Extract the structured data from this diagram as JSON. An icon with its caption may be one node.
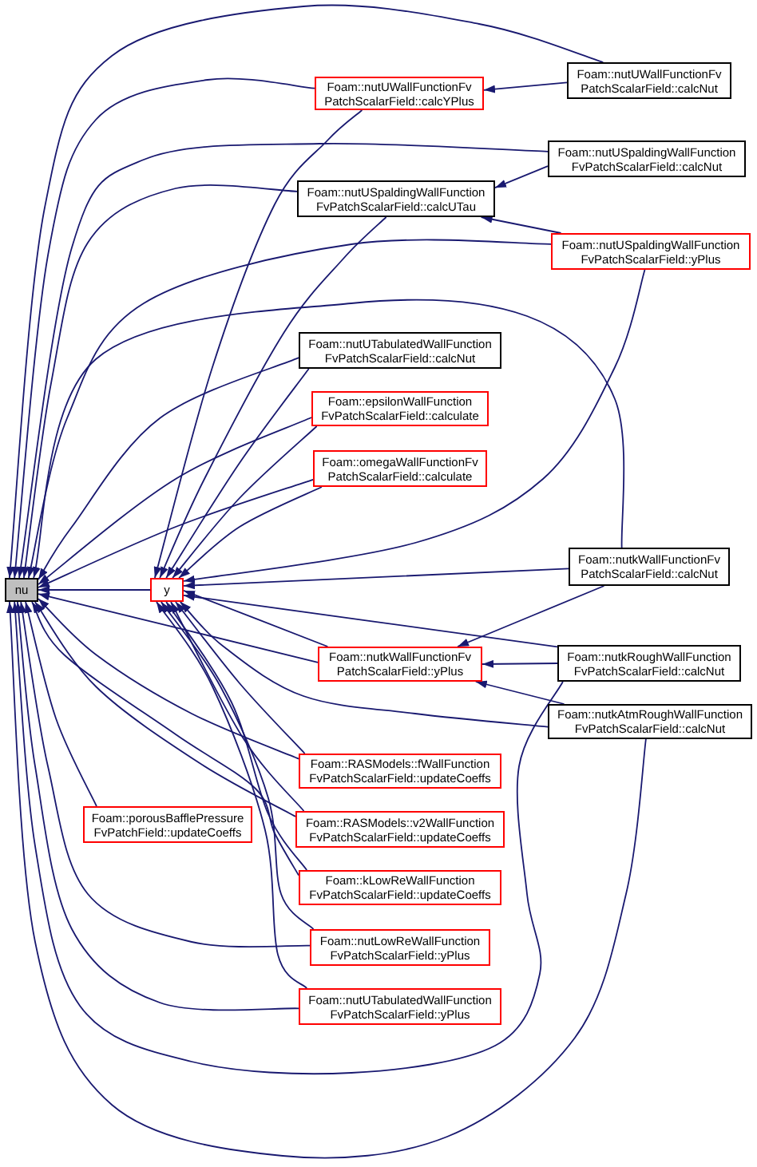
{
  "diagram": {
    "nodes": [
      {
        "text": [
          "nu"
        ]
      },
      {
        "text": [
          "y"
        ]
      },
      {
        "text": [
          "Foam::nutUWallFunctionFv PatchScalarField::calcYPlus"
        ]
      },
      {
        "text": [
          "Foam::nutUWallFunctionFv PatchScalarField::calcNut"
        ]
      },
      {
        "text": [
          "Foam::nutUSpaldingWallFunction FvPatchScalarField::calcNut"
        ]
      },
      {
        "text": [
          "Foam::nutUSpaldingWallFunction FvPatchScalarField::calcUTau"
        ]
      },
      {
        "text": [
          "Foam::nutUSpaldingWallFunction FvPatchScalarField::yPlus"
        ]
      },
      {
        "text": [
          "Foam::nutUTabulatedWallFunction FvPatchScalarField::calcNut"
        ]
      },
      {
        "text": [
          "Foam::epsilonWallFunction FvPatchScalarField::calculate"
        ]
      },
      {
        "text": [
          "Foam::omegaWallFunctionFv PatchScalarField::calculate"
        ]
      },
      {
        "text": [
          "Foam::nutkWallFunctionFv PatchScalarField::calcNut"
        ]
      },
      {
        "text": [
          "Foam::nutkWallFunctionFv PatchScalarField::yPlus"
        ]
      },
      {
        "text": [
          "Foam::nutkRoughWallFunction FvPatchScalarField::calcNut"
        ]
      },
      {
        "text": [
          "Foam::nutkAtmRoughWallFunction FvPatchScalarField::calcNut"
        ]
      },
      {
        "text": [
          "Foam::RASModels::fWallFunction FvPatchScalarField::updateCoeffs"
        ]
      },
      {
        "text": [
          "Foam::porousBafflePressure FvPatchField::updateCoeffs"
        ]
      },
      {
        "text": [
          "Foam::RASModels::v2WallFunction FvPatchScalarField::updateCoeffs"
        ]
      },
      {
        "text": [
          "Foam::kLowReWallFunction FvPatchScalarField::updateCoeffs"
        ]
      },
      {
        "text": [
          "Foam::nutLowReWallFunction FvPatchScalarField::yPlus"
        ]
      },
      {
        "text": [
          "Foam::nutUTabulatedWallFunction FvPatchScalarField::yPlus"
        ]
      }
    ],
    "edges": [
      {
        "from": 1,
        "to": 0,
        "arrow": "to"
      },
      {
        "from": 2,
        "to": 0,
        "arrow": "to"
      },
      {
        "from": 3,
        "to": 0,
        "arrow": "to"
      },
      {
        "from": 3,
        "to": 2,
        "arrow": "to"
      },
      {
        "from": 4,
        "to": 0,
        "arrow": "to"
      },
      {
        "from": 4,
        "to": 5,
        "arrow": "to"
      },
      {
        "from": 5,
        "to": 0,
        "arrow": "to"
      },
      {
        "from": 5,
        "to": 1,
        "arrow": "to"
      },
      {
        "from": 2,
        "to": 1,
        "arrow": "to"
      },
      {
        "from": 6,
        "to": 0,
        "arrow": "to"
      },
      {
        "from": 6,
        "to": 5,
        "arrow": "to"
      },
      {
        "from": 6,
        "to": 1,
        "arrow": "to"
      },
      {
        "from": 7,
        "to": 0,
        "arrow": "to"
      },
      {
        "from": 7,
        "to": 1,
        "arrow": "to"
      },
      {
        "from": 8,
        "to": 0,
        "arrow": "to"
      },
      {
        "from": 8,
        "to": 1,
        "arrow": "to"
      },
      {
        "from": 9,
        "to": 0,
        "arrow": "to"
      },
      {
        "from": 9,
        "to": 1,
        "arrow": "to"
      },
      {
        "from": 10,
        "to": 0,
        "arrow": "to"
      },
      {
        "from": 10,
        "to": 1,
        "arrow": "to"
      },
      {
        "from": 10,
        "to": 11,
        "arrow": "to"
      },
      {
        "from": 11,
        "to": 0,
        "arrow": "to"
      },
      {
        "from": 11,
        "to": 1,
        "arrow": "to"
      },
      {
        "from": 12,
        "to": 0,
        "arrow": "to"
      },
      {
        "from": 12,
        "to": 1,
        "arrow": "to"
      },
      {
        "from": 12,
        "to": 11,
        "arrow": "to"
      },
      {
        "from": 13,
        "to": 0,
        "arrow": "to"
      },
      {
        "from": 13,
        "to": 1,
        "arrow": "to"
      },
      {
        "from": 13,
        "to": 11,
        "arrow": "to"
      },
      {
        "from": 14,
        "to": 0,
        "arrow": "to"
      },
      {
        "from": 14,
        "to": 1,
        "arrow": "to"
      },
      {
        "from": 15,
        "to": 0,
        "arrow": "to"
      },
      {
        "from": 16,
        "to": 0,
        "arrow": "to"
      },
      {
        "from": 16,
        "to": 1,
        "arrow": "to"
      },
      {
        "from": 17,
        "to": 0,
        "arrow": "to"
      },
      {
        "from": 17,
        "to": 1,
        "arrow": "to"
      },
      {
        "from": 18,
        "to": 0,
        "arrow": "to"
      },
      {
        "from": 18,
        "to": 1,
        "arrow": "to"
      },
      {
        "from": 19,
        "to": 0,
        "arrow": "to"
      },
      {
        "from": 19,
        "to": 1,
        "arrow": "to"
      }
    ]
  }
}
